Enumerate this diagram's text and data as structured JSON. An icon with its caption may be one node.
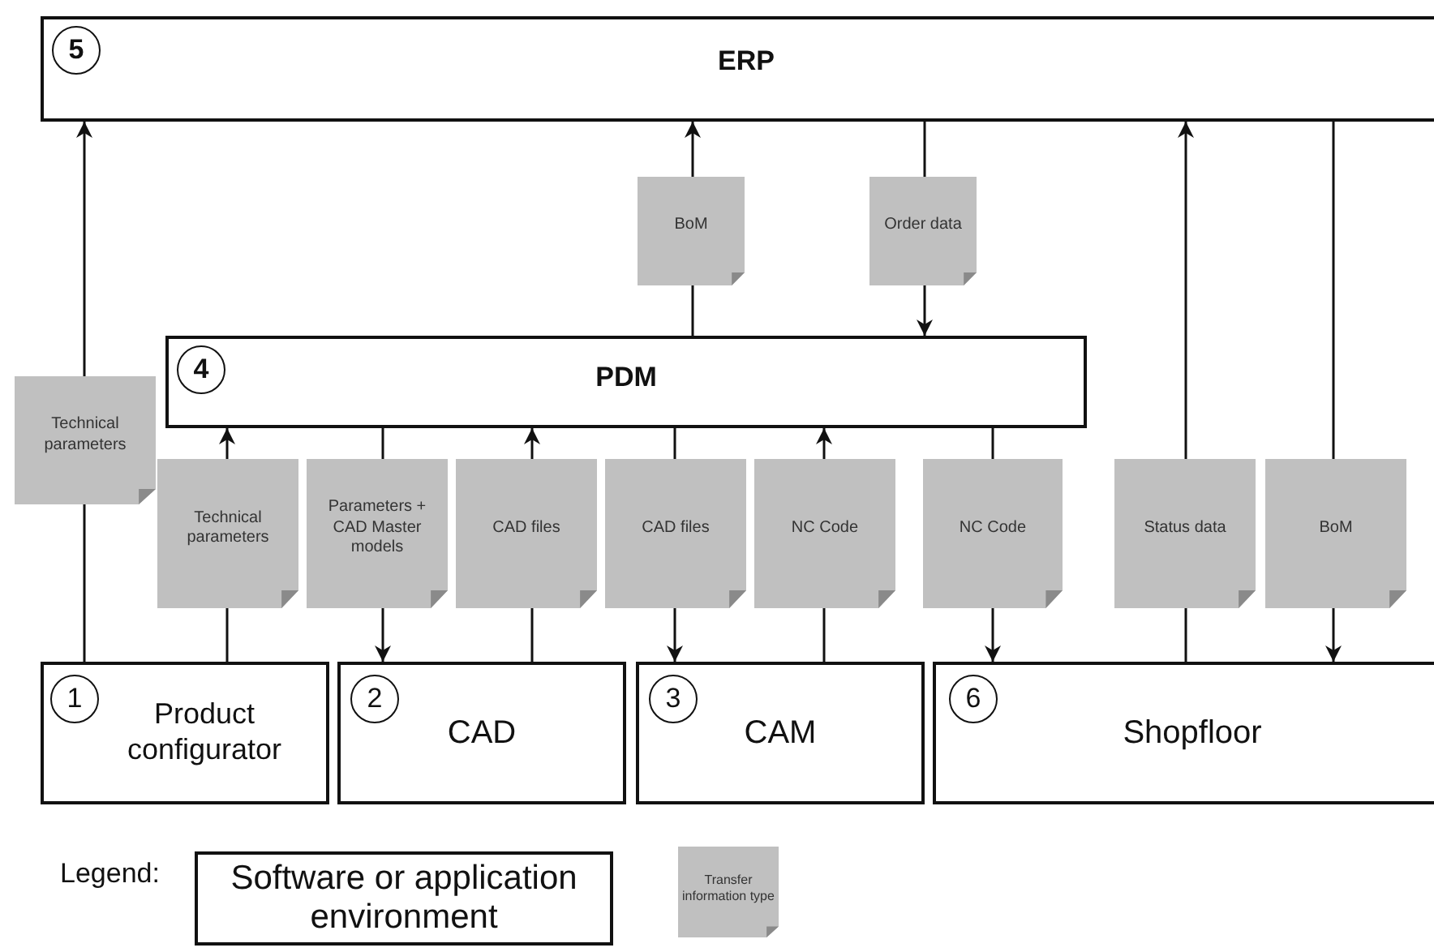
{
  "diagram": {
    "nodes": [
      {
        "text": [
          "ERP"
        ]
      },
      {
        "text": [
          "5"
        ],
        "in": 0
      },
      {
        "text": [
          "BoM"
        ]
      },
      {
        "text": [
          "Order data"
        ]
      },
      {
        "text": [
          "PDM"
        ]
      },
      {
        "text": [
          "4"
        ],
        "in": 4
      },
      {
        "text": [
          "Technical parameters"
        ]
      },
      {
        "text": [
          "Technical parameters"
        ]
      },
      {
        "text": [
          "Parameters + CAD Master models"
        ]
      },
      {
        "text": [
          "CAD files"
        ]
      },
      {
        "text": [
          "CAD files"
        ]
      },
      {
        "text": [
          "NC Code"
        ]
      },
      {
        "text": [
          "NC Code"
        ]
      },
      {
        "text": [
          "Status data"
        ]
      },
      {
        "text": [
          "BoM"
        ]
      },
      {
        "text": [
          "Product configurator"
        ]
      },
      {
        "text": [
          "1"
        ],
        "in": 15
      },
      {
        "text": [
          "CAD"
        ]
      },
      {
        "text": [
          "2"
        ],
        "in": 17
      },
      {
        "text": [
          "CAM"
        ]
      },
      {
        "text": [
          "3"
        ],
        "in": 19
      },
      {
        "text": [
          "Shopfloor"
        ]
      },
      {
        "text": [
          "6"
        ],
        "in": 21
      }
    ],
    "edges": [
      {
        "from": 15,
        "to": 6,
        "arrow": "none"
      },
      {
        "from": 6,
        "to": 0,
        "arrow": "to"
      },
      {
        "from": 4,
        "to": 2,
        "arrow": "none"
      },
      {
        "from": 2,
        "to": 0,
        "arrow": "to"
      },
      {
        "from": 0,
        "to": 3,
        "arrow": "none"
      },
      {
        "from": 3,
        "to": 4,
        "arrow": "to"
      },
      {
        "from": 15,
        "to": 7,
        "arrow": "none"
      },
      {
        "from": 7,
        "to": 4,
        "arrow": "to"
      },
      {
        "from": 4,
        "to": 8,
        "arrow": "none"
      },
      {
        "from": 8,
        "to": 17,
        "arrow": "to"
      },
      {
        "from": 17,
        "to": 9,
        "arrow": "none"
      },
      {
        "from": 9,
        "to": 4,
        "arrow": "to"
      },
      {
        "from": 4,
        "to": 10,
        "arrow": "none"
      },
      {
        "from": 10,
        "to": 19,
        "arrow": "to"
      },
      {
        "from": 19,
        "to": 11,
        "arrow": "none"
      },
      {
        "from": 11,
        "to": 4,
        "arrow": "to"
      },
      {
        "from": 4,
        "to": 12,
        "arrow": "none"
      },
      {
        "from": 12,
        "to": 21,
        "arrow": "to"
      },
      {
        "from": 21,
        "to": 13,
        "arrow": "none"
      },
      {
        "from": 13,
        "to": 0,
        "arrow": "to"
      },
      {
        "from": 0,
        "to": 14,
        "arrow": "none"
      },
      {
        "from": 14,
        "to": 21,
        "arrow": "to"
      }
    ],
    "labels": [
      "Legend:"
    ],
    "legend": [
      {
        "text": "Software or application environment"
      },
      {
        "text": "Transfer information type"
      }
    ]
  }
}
